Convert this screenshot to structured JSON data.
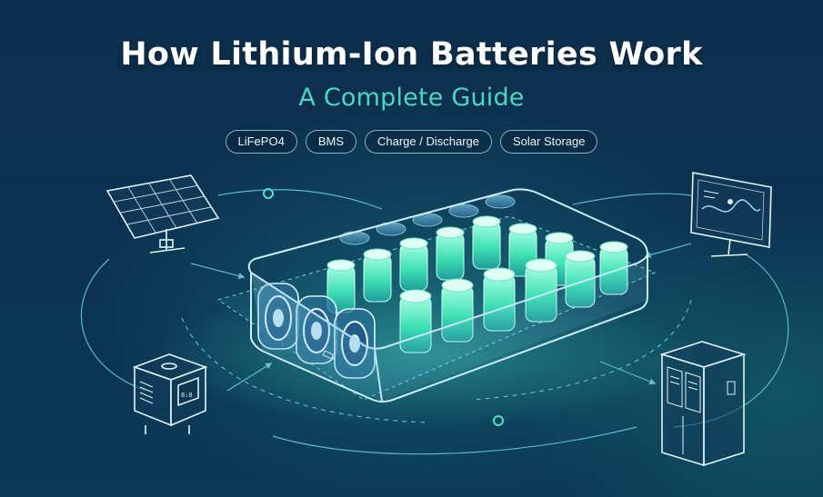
{
  "hero": {
    "title": "How Lithium-Ion Batteries Work",
    "subtitle": "A Complete Guide",
    "tags": [
      "LiFePO4",
      "BMS",
      "Charge / Discharge",
      "Solar Storage"
    ]
  },
  "icons": {
    "solar": "solar-panel-icon",
    "monitor": "monitor-chart-icon",
    "inverter": "inverter-device-icon",
    "cabinet": "battery-cabinet-icon",
    "pack": "battery-pack-illustration"
  },
  "colors": {
    "background": "#0b2f4c",
    "accent": "#49d7c4",
    "title": "#ffffff",
    "glow": "#5cf2c8"
  }
}
